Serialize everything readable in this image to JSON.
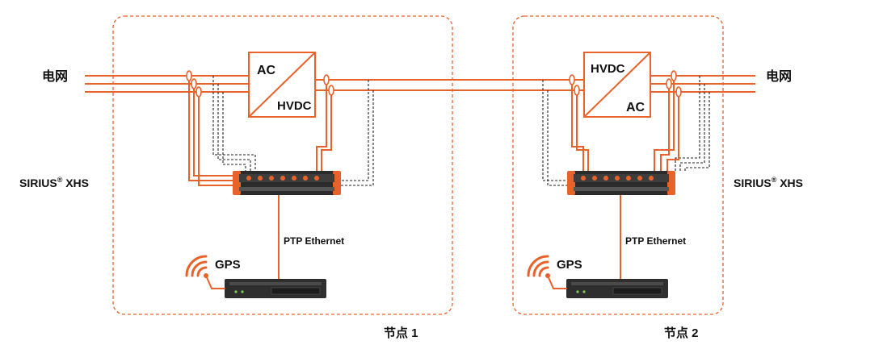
{
  "grid_label": "电网",
  "daq_label": "SIRIUS",
  "daq_label_sup": "®",
  "daq_label_suffix": " XHS",
  "ethernet_label": "PTP Ethernet",
  "gps_label": "GPS",
  "node1": {
    "label": "节点 1",
    "converter_top": "AC",
    "converter_bottom": "HVDC"
  },
  "node2": {
    "label": "节点 2",
    "converter_top": "HVDC",
    "converter_bottom": "AC"
  },
  "colors": {
    "accent": "#e8622a",
    "text": "#111111",
    "device_body": "#2b2b2b",
    "dashed": "#222222"
  }
}
